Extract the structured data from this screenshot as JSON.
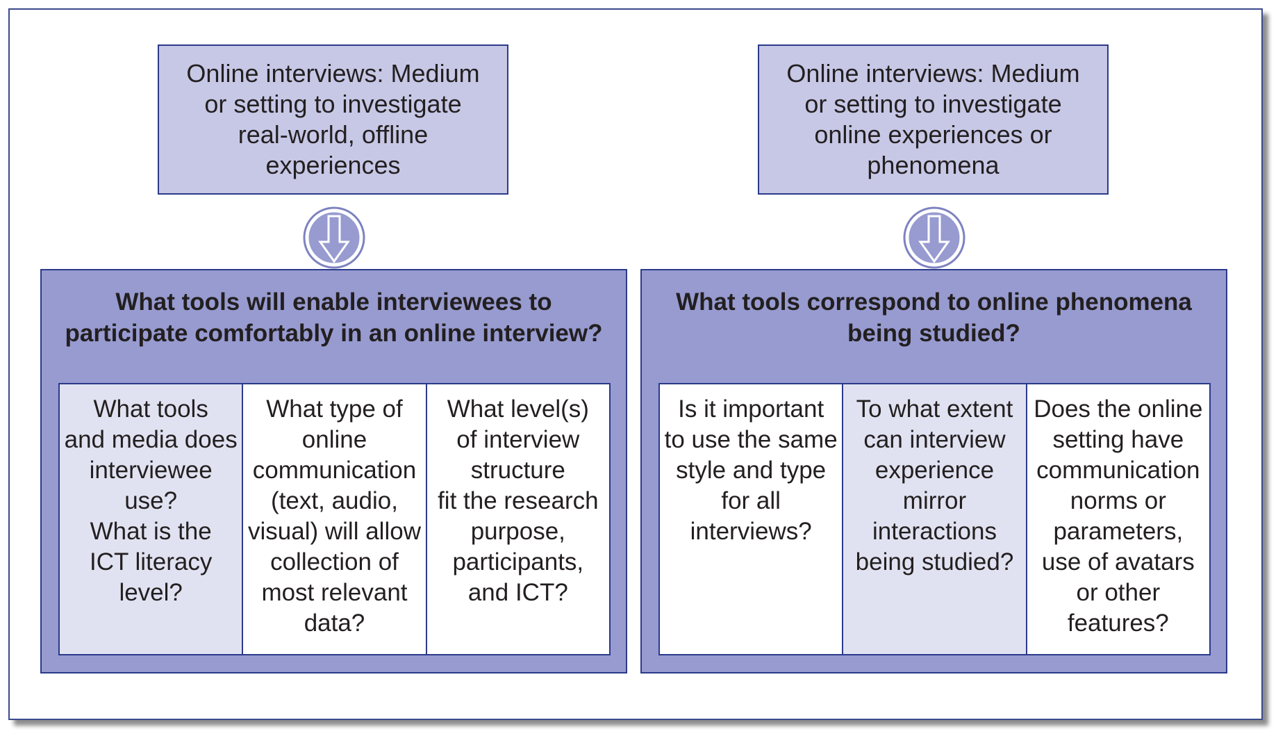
{
  "colors": {
    "top_box_fill": "#c7c8e6",
    "panel_fill": "#979bd0",
    "shaded_cell_fill": "#e1e2f1",
    "border": "#2b3a8a",
    "text": "#231f20"
  },
  "left": {
    "top_box": [
      "Online interviews: Medium",
      "or setting to investigate",
      "real-world, offline",
      "experiences"
    ],
    "arrow_icon": "down-arrow-circle",
    "question": [
      "What tools will enable interviewees to",
      "participate comfortably in an online interview?"
    ],
    "cells": [
      [
        "What tools",
        "and media does",
        "interviewee",
        "use?",
        "What is the",
        "ICT literacy",
        "level?"
      ],
      [
        "What type of",
        "online",
        "communication",
        "(text, audio,",
        "visual) will allow",
        "collection of",
        "most relevant",
        "data?"
      ],
      [
        "What level(s)",
        "of interview",
        "structure",
        "fit the research",
        "purpose,",
        "participants,",
        "and ICT?"
      ]
    ]
  },
  "right": {
    "top_box": [
      "Online interviews: Medium",
      "or setting to investigate",
      "online experiences or",
      "phenomena"
    ],
    "arrow_icon": "down-arrow-circle",
    "question": [
      "What tools correspond to online phenomena",
      "being studied?"
    ],
    "cells": [
      [
        "Is it important",
        "to use the same",
        "style and type",
        "for all",
        "interviews?"
      ],
      [
        "To what extent",
        "can interview",
        "experience",
        "mirror",
        "interactions",
        "being studied?"
      ],
      [
        "Does the online",
        "setting have",
        "communication",
        "norms or",
        "parameters,",
        "use of avatars",
        "or other",
        "features?"
      ]
    ]
  }
}
